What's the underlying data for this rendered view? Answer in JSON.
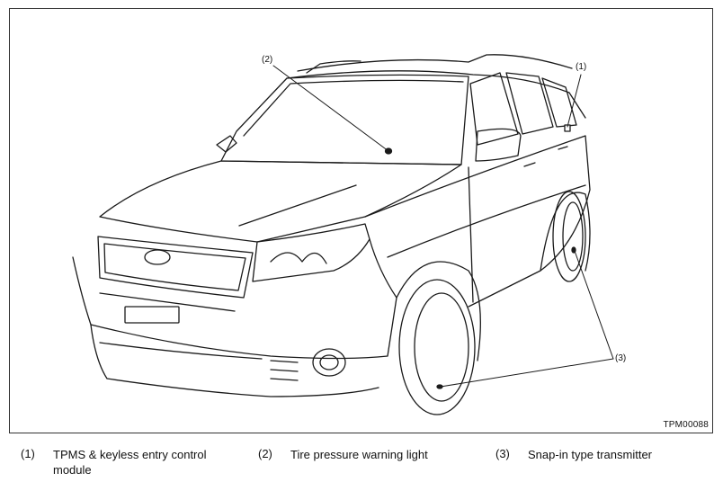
{
  "figure": {
    "code": "TPM00088",
    "callouts": [
      {
        "id": "c1",
        "label": "(1)"
      },
      {
        "id": "c2",
        "label": "(2)"
      },
      {
        "id": "c3",
        "label": "(3)"
      }
    ]
  },
  "legend": [
    {
      "num": "(1)",
      "text": "TPMS & keyless entry control module"
    },
    {
      "num": "(2)",
      "text": "Tire pressure warning light"
    },
    {
      "num": "(3)",
      "text": "Snap-in type transmitter"
    }
  ]
}
